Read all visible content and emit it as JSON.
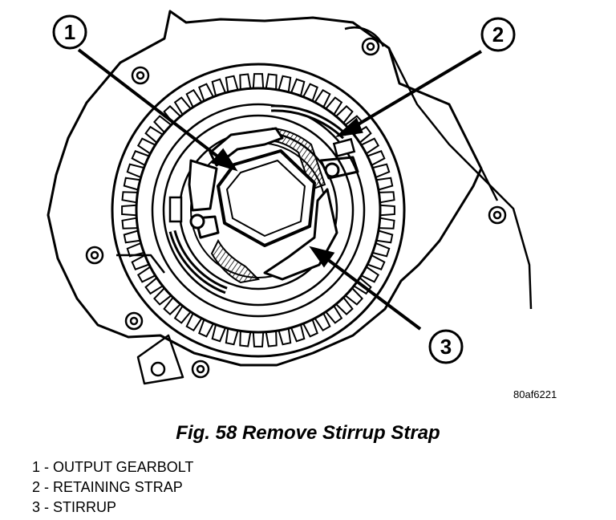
{
  "figure": {
    "image_code": "80af6221",
    "caption": "Fig. 58 Remove Stirrup Strap",
    "callouts": [
      "1",
      "2",
      "3"
    ],
    "legend": [
      {
        "number": "1",
        "separator": " - ",
        "label": "OUTPUT GEARBOLT"
      },
      {
        "number": "2",
        "separator": " - ",
        "label": "RETAINING STRAP"
      },
      {
        "number": "3",
        "separator": " - ",
        "label": "STIRRUP"
      }
    ]
  }
}
